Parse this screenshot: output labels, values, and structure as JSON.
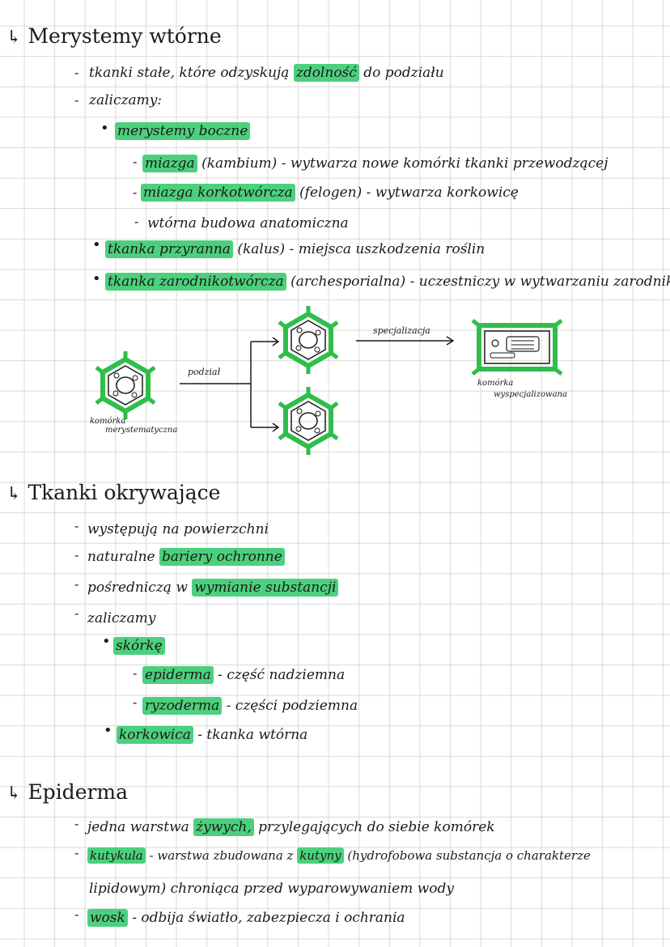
{
  "colors": {
    "highlight": "#4cd07d",
    "cell_wall": "#2fbe4a",
    "grid": "#d9d9d9"
  },
  "s1": {
    "heading": "Merystemy wtórne",
    "l1_a": "tkanki stałe, które odzyskują ",
    "l1_h": "zdolność",
    "l1_b": " do podziału",
    "l2": "zaliczamy:",
    "l3_h": "merystemy boczne",
    "l4_h": "miazga",
    "l4_b": " (kambium) - wytwarza nowe komórki tkanki przewodzącej",
    "l5_h": "miazga korkotwórcza",
    "l5_b": " (felogen) - wytwarza korkowicę",
    "l6": "wtórna budowa anatomiczna",
    "l7_h": "tkanka przyranna",
    "l7_b": " (kalus) - miejsca uszkodzenia roślin",
    "l8_h": "tkanka zarodnikotwórcza",
    "l8_b": " (archesporialna) - uczestniczy w wytwarzaniu zarodników"
  },
  "diagram": {
    "division_label": "podział",
    "specialization_label": "specjalizacja",
    "left_caption_1": "komórka",
    "left_caption_2": "merystematyczna",
    "right_caption_1": "komórka",
    "right_caption_2": "wyspecjalizowana"
  },
  "s2": {
    "heading": "Tkanki okrywające",
    "l1": "występują na powierzchni",
    "l2_a": "naturalne ",
    "l2_h": "bariery ochronne",
    "l3_a": "pośredniczą w ",
    "l3_h": "wymianie substancji",
    "l4": "zaliczamy",
    "l5_h": "skórkę",
    "l6_h": "epiderma",
    "l6_b": " - część nadziemna",
    "l7_h": "ryzoderma",
    "l7_b": " - części podziemna",
    "l8_h": "korkowica",
    "l8_b": " - tkanka wtórna"
  },
  "s3": {
    "heading": "Epiderma",
    "l1_a": "jedna warstwa ",
    "l1_h": "żywych,",
    "l1_b": " przylegających do siebie komórek",
    "l2_h": "kutykula",
    "l2_a": " - warstwa zbudowana z ",
    "l2_h2": "kutyny",
    "l2_b": " (hydrofobowa substancja o charakterze",
    "l3": "lipidowym) chroniąca przed wyparowywaniem wody",
    "l4_h": "wosk",
    "l4_b": " - odbija światło, zabezpiecza i ochrania"
  }
}
